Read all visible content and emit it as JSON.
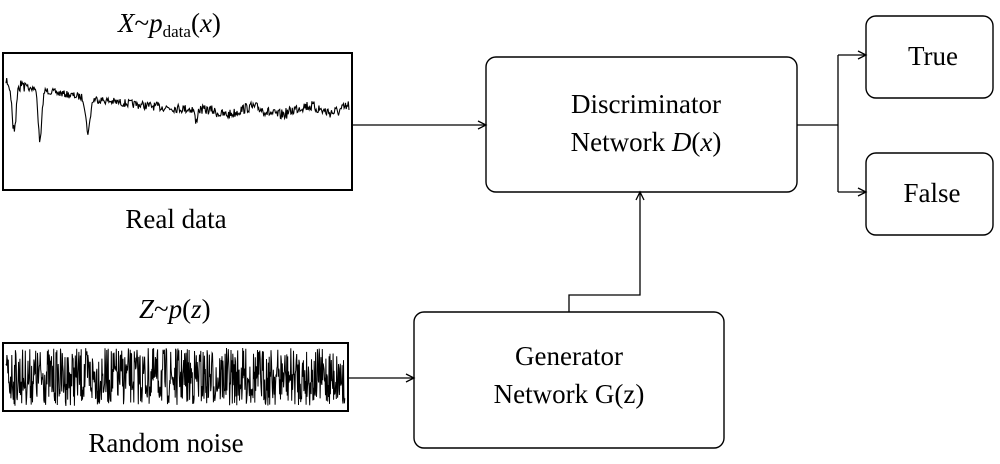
{
  "real_data": {
    "formula": {
      "var": "X",
      "tilde": "~",
      "p": "p",
      "sub": "data",
      "open": "(",
      "arg": "x",
      "close": ")"
    },
    "caption": "Real data"
  },
  "noise": {
    "formula": {
      "var": "Z",
      "tilde": "~",
      "p": "p",
      "open": "(",
      "arg": "z",
      "close": ")"
    },
    "caption": "Random noise"
  },
  "discriminator": {
    "line1": "Discriminator",
    "line2_prefix": "Network ",
    "fn": "D",
    "open": "(",
    "arg": "x",
    "close": ")"
  },
  "generator": {
    "line1": "Generator",
    "line2": "Network G(z)"
  },
  "outputs": {
    "true_label": "True",
    "false_label": "False"
  }
}
